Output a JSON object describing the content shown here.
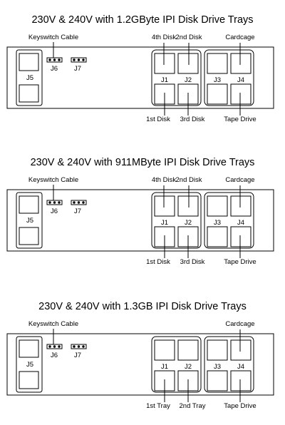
{
  "diagrams": [
    {
      "title": "230V & 240V with 1.2GByte IPI Disk Drive Trays",
      "keyswitch_label": "Keyswitch Cable",
      "top_labels": [
        "4th Disk",
        "2nd Disk",
        "Cardcage"
      ],
      "bottom_labels": [
        "1st Disk",
        "3rd Disk",
        "Tape Drive"
      ],
      "connectors": [
        "J5",
        "J6",
        "J7",
        "J1",
        "J2",
        "J3",
        "J4"
      ]
    },
    {
      "title": "230V & 240V with 911MByte IPI Disk Drive Trays",
      "keyswitch_label": "Keyswitch Cable",
      "top_labels": [
        "4th Disk",
        "2nd Disk",
        "Cardcage"
      ],
      "bottom_labels": [
        "1st Disk",
        "3rd Disk",
        "Tape Drive"
      ],
      "connectors": [
        "J5",
        "J6",
        "J7",
        "J1",
        "J2",
        "J3",
        "J4"
      ]
    },
    {
      "title": "230V & 240V with 1.3GB IPI Disk Drive Trays",
      "keyswitch_label": "Keyswitch Cable",
      "top_labels": [
        "",
        "",
        "Cardcage"
      ],
      "bottom_labels": [
        "1st Tray",
        "2nd Tray",
        "Tape Drive"
      ],
      "connectors": [
        "J5",
        "J6",
        "J7",
        "J1",
        "J2",
        "J3",
        "J4"
      ]
    }
  ]
}
